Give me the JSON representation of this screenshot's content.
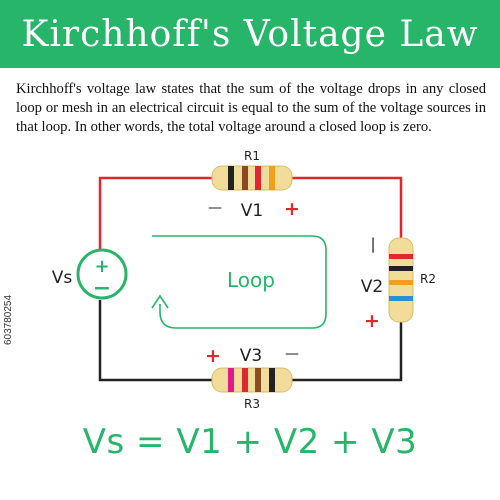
{
  "header": {
    "title": "Kirchhoff's Voltage Law",
    "bg_color": "#27b56a",
    "text_color": "#ffffff"
  },
  "description": "Kirchhoff's voltage law states that the sum of the voltage drops in any closed loop or mesh in an electrical circuit is equal to the sum of the voltage sources in that loop. In other words, the total voltage around a closed loop is zero.",
  "circuit": {
    "wire_red": "#e0262f",
    "wire_black": "#222222",
    "accent_green": "#27b56a",
    "source": {
      "label": "Vs",
      "plus": "+",
      "minus": "−"
    },
    "resistors": [
      {
        "name": "R1",
        "voltage": "V1",
        "left_sign": "—",
        "right_sign": "+",
        "bands": [
          "#222222",
          "#8a4b22",
          "#e0262f",
          "#f0a01e"
        ]
      },
      {
        "name": "R2",
        "voltage": "V2",
        "top_sign": "|",
        "bottom_sign": "+",
        "bands": [
          "#e0262f",
          "#222222",
          "#f0a01e",
          "#2b8fd6"
        ]
      },
      {
        "name": "R3",
        "voltage": "V3",
        "left_sign": "+",
        "right_sign": "—",
        "bands": [
          "#e6198c",
          "#e0262f",
          "#8a4b22",
          "#222222"
        ]
      }
    ],
    "loop_label": "Loop"
  },
  "formula": "Vs = V1 + V2 + V3",
  "stamp": "603780254"
}
